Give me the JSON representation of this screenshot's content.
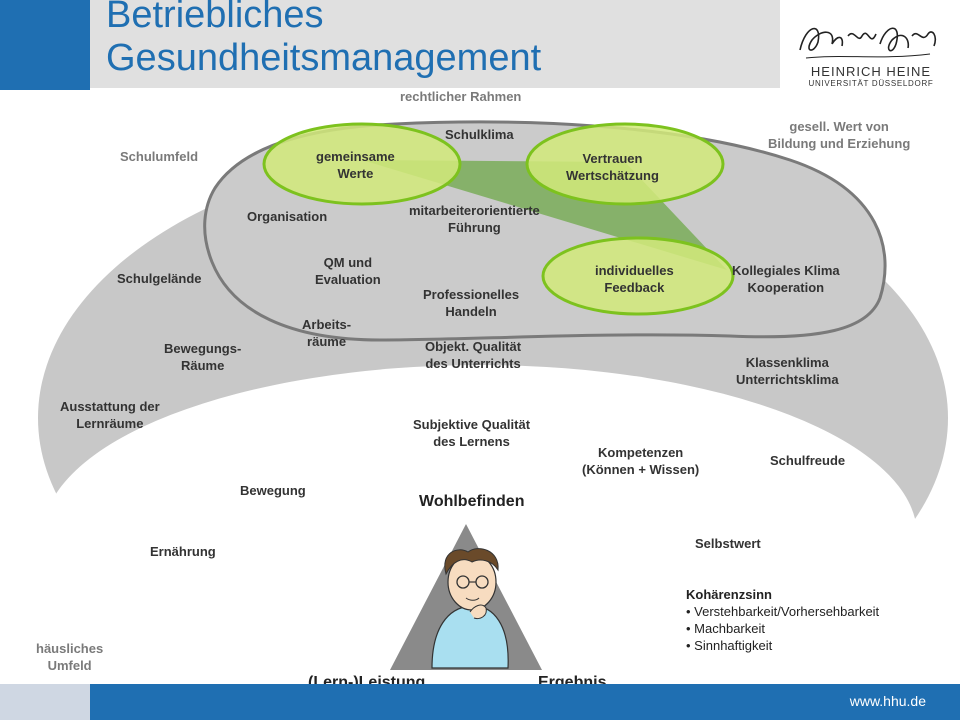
{
  "header": {
    "title_line1": "Betriebliches",
    "title_line2": "Gesundheitsmanagement"
  },
  "logo": {
    "name": "HEINRICH HEINE",
    "sub": "UNIVERSITÄT DÜSSELDORF"
  },
  "footer": {
    "url": "www.hhu.de"
  },
  "outer_labels": {
    "legal": "rechtlicher Rahmen",
    "social_value_1": "gesell. Wert von",
    "social_value_2": "Bildung und Erziehung",
    "school_env": "Schulumfeld",
    "home_env_1": "häusliches",
    "home_env_2": "Umfeld"
  },
  "school_labels": {
    "schoolyard": "Schulgelände",
    "move_rooms_1": "Bewegungs-",
    "move_rooms_2": "Räume",
    "equip_1": "Ausstattung der",
    "equip_2": "Lernräume",
    "work_rooms_1": "Arbeits-",
    "work_rooms_2": "räume",
    "obj_quality_1": "Objekt. Qualität",
    "obj_quality_2": "des Unterrichts",
    "class_climate_1": "Klassenklima",
    "class_climate_2": "Unterrichtsklima"
  },
  "org_labels": {
    "school_climate": "Schulklima",
    "organisation": "Organisation",
    "qm_1": "QM und",
    "qm_2": "Evaluation",
    "leadership_1": "mitarbeiterorientierte",
    "leadership_2": "Führung",
    "professional_1": "Professionelles",
    "professional_2": "Handeln",
    "collegial_1": "Kollegiales Klima",
    "collegial_2": "Kooperation"
  },
  "ellipses": {
    "values_1": "gemeinsame",
    "values_2": "Werte",
    "trust_1": "Vertrauen",
    "trust_2": "Wertschätzung",
    "feedback_1": "individuelles",
    "feedback_2": "Feedback"
  },
  "student_labels": {
    "subj_quality_1": "Subjektive Qualität",
    "subj_quality_2": "des Lernens",
    "competence_1": "Kompetenzen",
    "competence_2": "(Können + Wissen)",
    "joy": "Schulfreude",
    "movement": "Bewegung",
    "nutrition": "Ernährung",
    "self_worth": "Selbstwert",
    "coherence": "Kohärenzsinn",
    "coherence_items": [
      "Verstehbarkeit/Vorhersehbarkeit",
      "Machbarkeit",
      "Sinnhaftigkeit"
    ]
  },
  "triangle": {
    "top": "Wohlbefinden",
    "left": "(Lern-)Leistung",
    "right": "Ergebnis"
  },
  "colors": {
    "brand_blue": "#1f6fb2",
    "outer_gray": "#c8c8c8",
    "inner_white": "#ffffff",
    "org_blob": "#cbcbcb",
    "ellipse_green": "#d2ea7a",
    "ellipse_stroke": "#7dc21e",
    "triangle_green": "#6fa84a",
    "pyramid_gray": "#8a8a8a"
  }
}
